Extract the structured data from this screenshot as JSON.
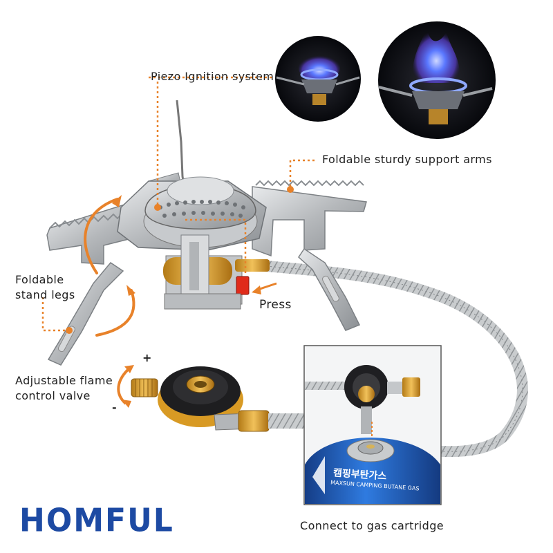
{
  "brand": {
    "name": "HOMFUL",
    "color": "#1d4aa3"
  },
  "callouts": {
    "piezo": "Piezo Ignition system",
    "support_arms": "Foldable sturdy support arms",
    "press": "Press",
    "legs_line1": "Foldable",
    "legs_line2": "stand legs",
    "valve_line1": "Adjustable flame",
    "valve_line2": "control valve",
    "valve_plus": "+",
    "valve_minus": "-",
    "cartridge": "Connect to gas cartridge"
  },
  "cartridge_text": {
    "korean": "캠핑부탄가스",
    "english": "MAXSUN CAMPING BUTANE GAS"
  },
  "colors": {
    "accent": "#e8822a",
    "steel": "#b9bcbf",
    "flame_blue": "#3a5cff",
    "can_blue": "#2a6fd6",
    "brass": "#d39a2a"
  }
}
